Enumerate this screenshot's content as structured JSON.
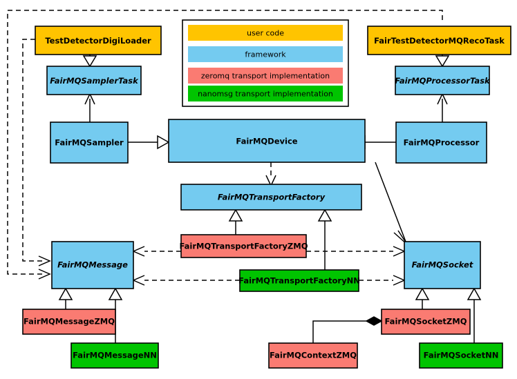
{
  "diagram": {
    "title": "FairMQ class hierarchy",
    "type": "uml-class-diagram",
    "colors": {
      "user_code": "#FFC400",
      "framework": "#74CBF0",
      "zeromq": "#FA7B72",
      "nanomsg": "#00C400",
      "stroke": "#000000",
      "background": "#FFFFFF"
    }
  },
  "legend": {
    "items": [
      {
        "label": "user code",
        "color": "#FFC400"
      },
      {
        "label": "framework",
        "color": "#74CBF0"
      },
      {
        "label": "zeromq transport implementation",
        "color": "#FA7B72"
      },
      {
        "label": "nanomsg transport implementation",
        "color": "#00C400"
      }
    ]
  },
  "nodes": {
    "test_detector_digi_loader": {
      "label": "TestDetectorDigiLoader",
      "category": "user code",
      "abstract": false
    },
    "fairmq_sampler_task": {
      "label": "FairMQSamplerTask",
      "category": "framework",
      "abstract": true
    },
    "fairmq_sampler": {
      "label": "FairMQSampler",
      "category": "framework",
      "abstract": false
    },
    "fairmq_device": {
      "label": "FairMQDevice",
      "category": "framework",
      "abstract": false
    },
    "fairmq_processor": {
      "label": "FairMQProcessor",
      "category": "framework",
      "abstract": false
    },
    "fairmq_processor_task": {
      "label": "FairMQProcessorTask",
      "category": "framework",
      "abstract": true
    },
    "fair_test_detector_mq_reco_task": {
      "label": "FairTestDetectorMQRecoTask",
      "category": "user code",
      "abstract": false
    },
    "fairmq_transport_factory": {
      "label": "FairMQTransportFactory",
      "category": "framework",
      "abstract": true
    },
    "fairmq_transport_factory_zmq": {
      "label": "FairMQTransportFactoryZMQ",
      "category": "zeromq",
      "abstract": false
    },
    "fairmq_transport_factory_nn": {
      "label": "FairMQTransportFactoryNN",
      "category": "nanomsg",
      "abstract": false
    },
    "fairmq_message": {
      "label": "FairMQMessage",
      "category": "framework",
      "abstract": true
    },
    "fairmq_socket": {
      "label": "FairMQSocket",
      "category": "framework",
      "abstract": true
    },
    "fairmq_message_zmq": {
      "label": "FairMQMessageZMQ",
      "category": "zeromq",
      "abstract": false
    },
    "fairmq_message_nn": {
      "label": "FairMQMessageNN",
      "category": "nanomsg",
      "abstract": false
    },
    "fairmq_socket_zmq": {
      "label": "FairMQSocketZMQ",
      "category": "zeromq",
      "abstract": false
    },
    "fairmq_socket_nn": {
      "label": "FairMQSocketNN",
      "category": "nanomsg",
      "abstract": false
    },
    "fairmq_context_zmq": {
      "label": "FairMQContextZMQ",
      "category": "zeromq",
      "abstract": false
    }
  },
  "edges": [
    {
      "from": "test_detector_digi_loader",
      "to": "fairmq_sampler_task",
      "kind": "generalization"
    },
    {
      "from": "fairmq_sampler_task",
      "to": "fairmq_sampler",
      "kind": "association"
    },
    {
      "from": "fairmq_sampler",
      "to": "fairmq_device",
      "kind": "generalization"
    },
    {
      "from": "fairmq_processor",
      "to": "fairmq_device",
      "kind": "generalization"
    },
    {
      "from": "fair_test_detector_mq_reco_task",
      "to": "fairmq_processor_task",
      "kind": "generalization"
    },
    {
      "from": "fairmq_processor_task",
      "to": "fairmq_processor",
      "kind": "association"
    },
    {
      "from": "fairmq_device",
      "to": "fairmq_transport_factory",
      "kind": "dependency"
    },
    {
      "from": "fairmq_transport_factory_zmq",
      "to": "fairmq_transport_factory",
      "kind": "generalization"
    },
    {
      "from": "fairmq_transport_factory_nn",
      "to": "fairmq_transport_factory",
      "kind": "generalization"
    },
    {
      "from": "fairmq_device",
      "to": "fairmq_socket",
      "kind": "association"
    },
    {
      "from": "fairmq_transport_factory_zmq",
      "to": "fairmq_message",
      "kind": "dependency"
    },
    {
      "from": "fairmq_transport_factory_zmq",
      "to": "fairmq_socket",
      "kind": "dependency"
    },
    {
      "from": "fairmq_transport_factory_nn",
      "to": "fairmq_message",
      "kind": "dependency"
    },
    {
      "from": "fairmq_transport_factory_nn",
      "to": "fairmq_socket",
      "kind": "dependency"
    },
    {
      "from": "test_detector_digi_loader",
      "to": "fairmq_message",
      "kind": "dependency"
    },
    {
      "from": "fair_test_detector_mq_reco_task",
      "to": "fairmq_message",
      "kind": "dependency"
    },
    {
      "from": "fairmq_message_zmq",
      "to": "fairmq_message",
      "kind": "generalization"
    },
    {
      "from": "fairmq_message_nn",
      "to": "fairmq_message",
      "kind": "generalization"
    },
    {
      "from": "fairmq_socket_zmq",
      "to": "fairmq_socket",
      "kind": "generalization"
    },
    {
      "from": "fairmq_socket_nn",
      "to": "fairmq_socket",
      "kind": "generalization"
    },
    {
      "from": "fairmq_context_zmq",
      "to": "fairmq_socket_zmq",
      "kind": "composition"
    }
  ]
}
